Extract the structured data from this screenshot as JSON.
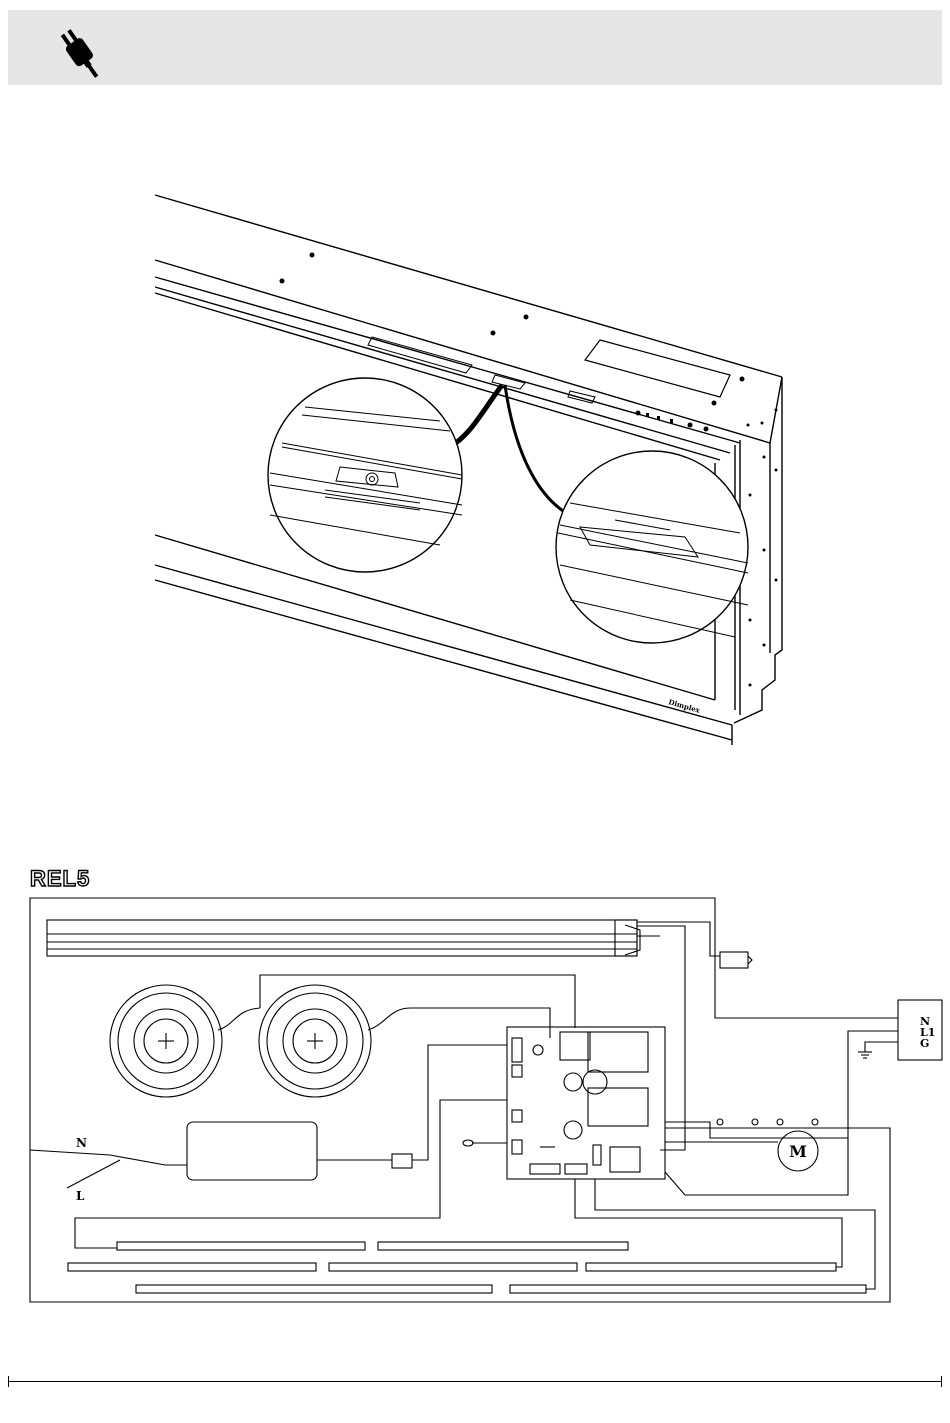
{
  "header": {
    "icon": "power-plug-icon"
  },
  "illustration": {
    "brand_mark": "Dimplex"
  },
  "wiring": {
    "model": "REL5",
    "terminal_labels": [
      "N",
      "L1",
      "G"
    ],
    "cord_labels": {
      "neutral": "N",
      "live": "L"
    },
    "motor_label": "M"
  }
}
